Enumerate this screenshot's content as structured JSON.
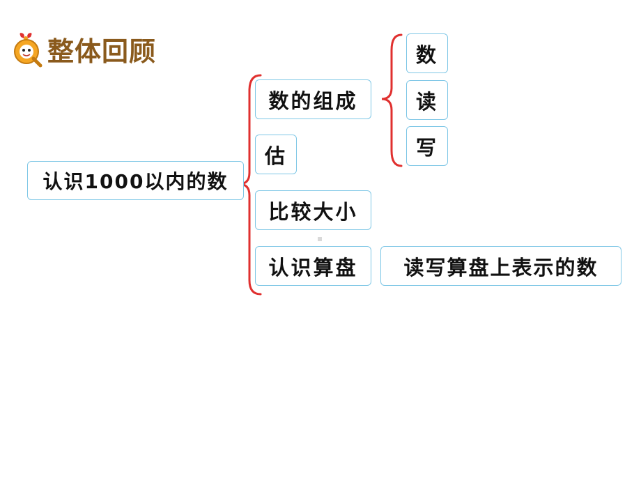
{
  "header": {
    "title": "整体回顾",
    "logo_icon": "cartoon-q-icon"
  },
  "diagram": {
    "root": "认识1000以内的数",
    "branches": [
      {
        "label": "数的组成",
        "children": [
          "数",
          "读",
          "写"
        ]
      },
      {
        "label": "估"
      },
      {
        "label": "比较大小"
      },
      {
        "label": "认识算盘",
        "children": [
          "读写算盘上表示的数"
        ]
      }
    ]
  },
  "colors": {
    "bracket": "#e0302f",
    "box_border": "#7fc7e6",
    "title": "#8a5a1c"
  }
}
